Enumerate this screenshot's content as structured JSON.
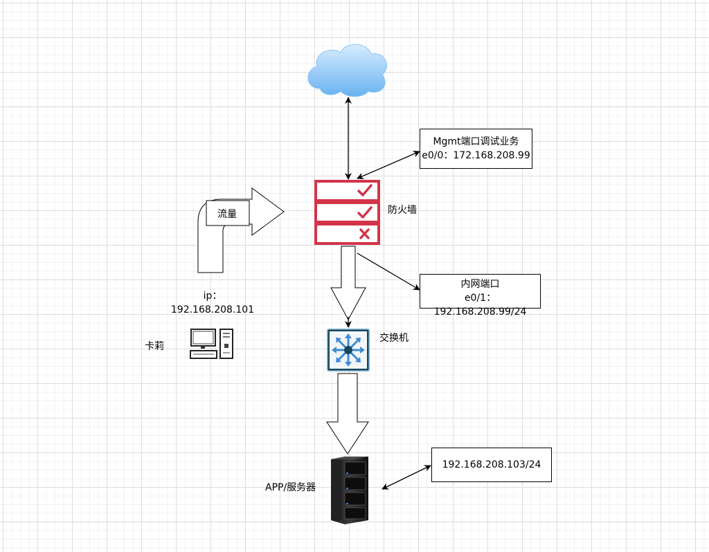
{
  "nodes": {
    "firewall": {
      "label": "防火墙"
    },
    "switch": {
      "label": "交换机"
    },
    "server": {
      "label": "APP/服务器"
    },
    "pc": {
      "label": "卡莉",
      "ip_line1": "ip：",
      "ip_line2": "192.168.208.101"
    }
  },
  "flow": {
    "label": "流量"
  },
  "callouts": {
    "mgmt": {
      "line1": "Mgmt端口调试业务",
      "line2": "e0/0：172.168.208.99"
    },
    "inner": {
      "line1": "内网端口",
      "line2": "e0/1：192.168.208.99/24"
    },
    "server_ip": {
      "line1": "192.168.208.103/24"
    }
  },
  "colors": {
    "firewall": "#d4344a",
    "cloud_light": "#d6ecff",
    "cloud_dark": "#69b2f0",
    "switch_bg": "#17475e",
    "switch_arrows": "#3f8ad6"
  }
}
